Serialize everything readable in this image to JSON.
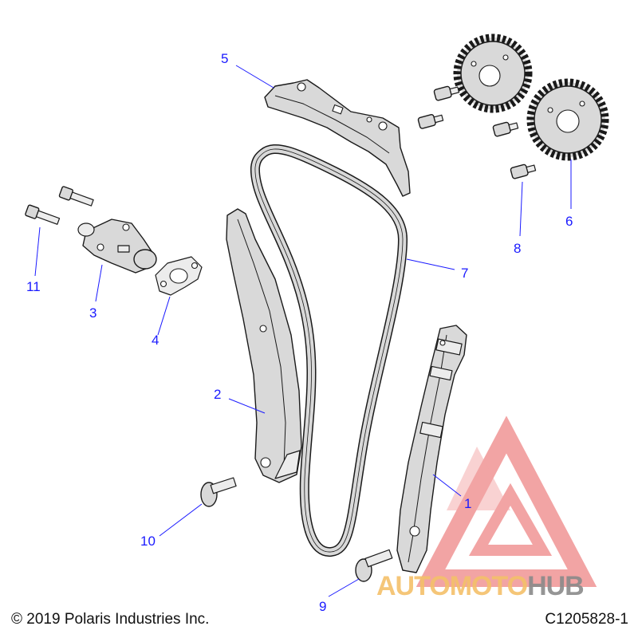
{
  "callouts": [
    "1",
    "2",
    "3",
    "4",
    "5",
    "6",
    "7",
    "8",
    "9",
    "10",
    "11"
  ],
  "footer": {
    "copyright": "© 2019 Polaris Industries Inc.",
    "code": "C1205828-1"
  },
  "watermark": {
    "part1": "AUTOMOTO",
    "part2": "HUB",
    "color_part1": "#f4c06a",
    "color_part2": "#8a8a8a",
    "logo_color": "#e85a5a"
  },
  "colors": {
    "callout": "#1a1aff",
    "part_fill": "#d9d9d9",
    "outline": "#1a1a1a"
  }
}
